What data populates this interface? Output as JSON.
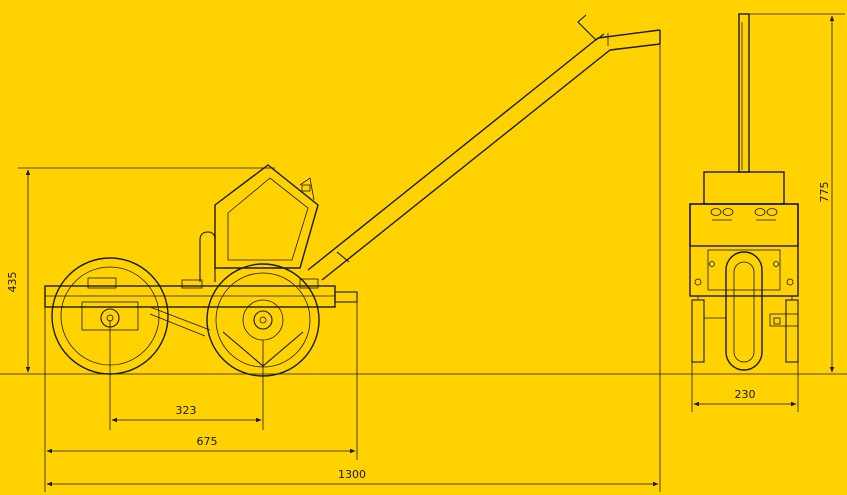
{
  "drawing": {
    "title": "",
    "colors": {
      "background": "#FFD200",
      "line": "#1a1a1a"
    },
    "dimensions": {
      "height_side": "435",
      "wheel_spacing": "323",
      "axle_length": "675",
      "total_length": "1300",
      "height_front": "775",
      "width_front": "230"
    }
  }
}
